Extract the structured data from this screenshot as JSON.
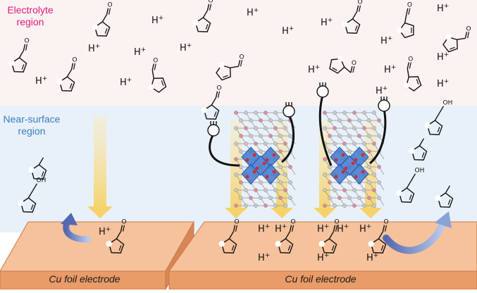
{
  "regions": {
    "electrolyte": "Electrolyte\nregion",
    "near_surface": "Near-surface\nregion"
  },
  "electrodes": {
    "left_label": "Cu foil electrode",
    "right_label": "Cu foil electrode"
  },
  "species": {
    "proton": "H",
    "proton_charge": "+",
    "hydroxyl": "OH",
    "carbonyl_oxygen": "O"
  },
  "colors": {
    "electrolyte_bg": "#fbf3f1",
    "near_surface_bg": "#e8f1fa",
    "electrode_top": "#f6c29c",
    "electrode_side": "#e99b68",
    "electrolyte_text": "#e0197a",
    "near_surface_text": "#3a7bbf",
    "polyhedra": "#4a7fd0",
    "light_beam": "#f5d36a",
    "curved_arrow": "#8aa2d6"
  }
}
